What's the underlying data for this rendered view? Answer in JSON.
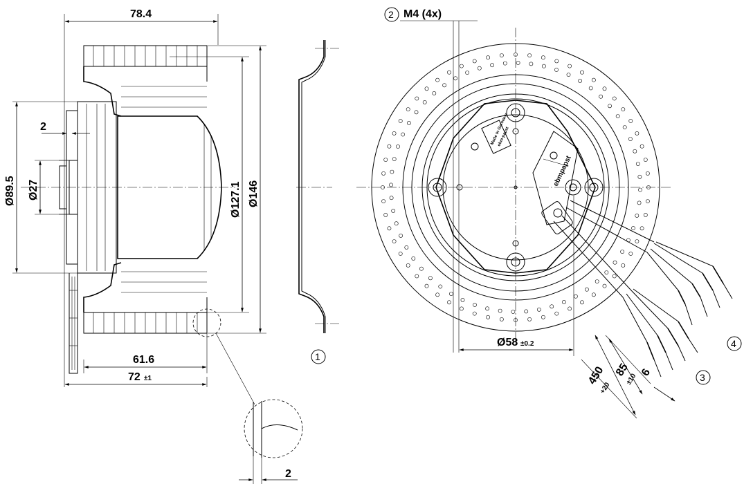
{
  "side_view": {
    "dims": {
      "overall_depth": "78.4",
      "flange_thickness": "2",
      "diameter_89_5": "Ø89.5",
      "diameter_27": "Ø27",
      "diameter_127_1": "Ø127.1",
      "diameter_146": "Ø146",
      "depth_61_6": "61.6",
      "depth_72": "72",
      "depth_72_tol": "±1"
    }
  },
  "detail_view": {
    "dim_gap": "2"
  },
  "inlet_ring": {
    "callout": "1"
  },
  "front_view": {
    "callout_2": "2",
    "thread_label": "M4 (4x)",
    "bolt_circle": "Ø58",
    "bolt_circle_tol": "±0.2",
    "cable_length": "450",
    "cable_length_tol": "+20",
    "strip_length": "85",
    "strip_length_tol": "±10",
    "end_length": "6",
    "callout_3": "3",
    "callout_4": "4",
    "brand_text": "ebmpapst",
    "label_text_1": "Made in Germany",
    "label_text_2": "ebm-papst"
  }
}
